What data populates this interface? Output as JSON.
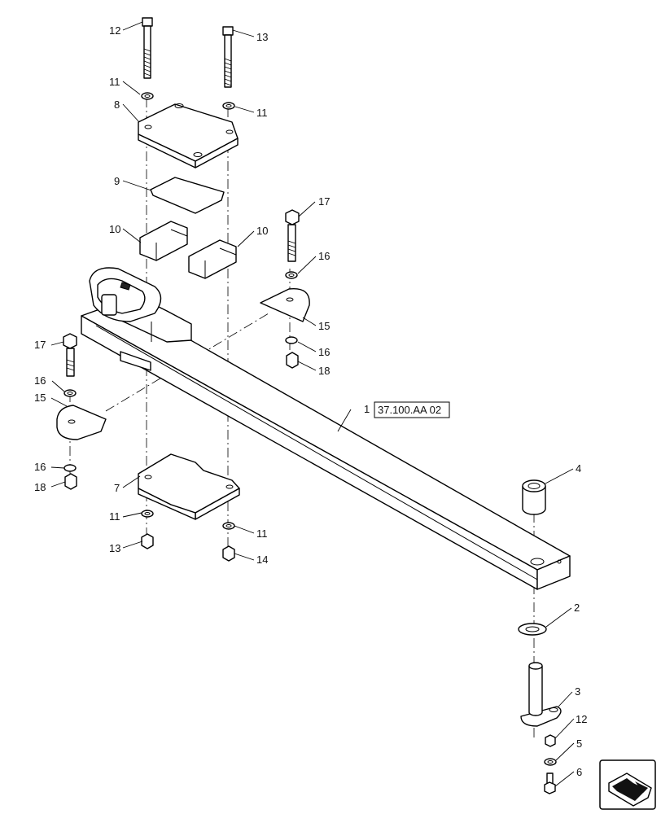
{
  "callouts": [
    {
      "id": "c1",
      "label": "1"
    },
    {
      "id": "c2",
      "label": "2"
    },
    {
      "id": "c3",
      "label": "3"
    },
    {
      "id": "c4",
      "label": "4"
    },
    {
      "id": "c5",
      "label": "5"
    },
    {
      "id": "c6",
      "label": "6"
    },
    {
      "id": "c7",
      "label": "7"
    },
    {
      "id": "c8",
      "label": "8"
    },
    {
      "id": "c9",
      "label": "9"
    },
    {
      "id": "c10a",
      "label": "10"
    },
    {
      "id": "c10b",
      "label": "10"
    },
    {
      "id": "c11a",
      "label": "11"
    },
    {
      "id": "c11b",
      "label": "11"
    },
    {
      "id": "c11c",
      "label": "11"
    },
    {
      "id": "c11d",
      "label": "11"
    },
    {
      "id": "c12a",
      "label": "12"
    },
    {
      "id": "c12b",
      "label": "12"
    },
    {
      "id": "c13a",
      "label": "13"
    },
    {
      "id": "c13b",
      "label": "13"
    },
    {
      "id": "c14",
      "label": "14"
    },
    {
      "id": "c15a",
      "label": "15"
    },
    {
      "id": "c15b",
      "label": "15"
    },
    {
      "id": "c16a",
      "label": "16"
    },
    {
      "id": "c16b",
      "label": "16"
    },
    {
      "id": "c16c",
      "label": "16"
    },
    {
      "id": "c16d",
      "label": "16"
    },
    {
      "id": "c17a",
      "label": "17"
    },
    {
      "id": "c17b",
      "label": "17"
    },
    {
      "id": "c18a",
      "label": "18"
    },
    {
      "id": "c18b",
      "label": "18"
    }
  ],
  "reference": {
    "label": "37.100.AA 02"
  },
  "icons": {
    "navigation": "next-page-arrow-icon"
  }
}
